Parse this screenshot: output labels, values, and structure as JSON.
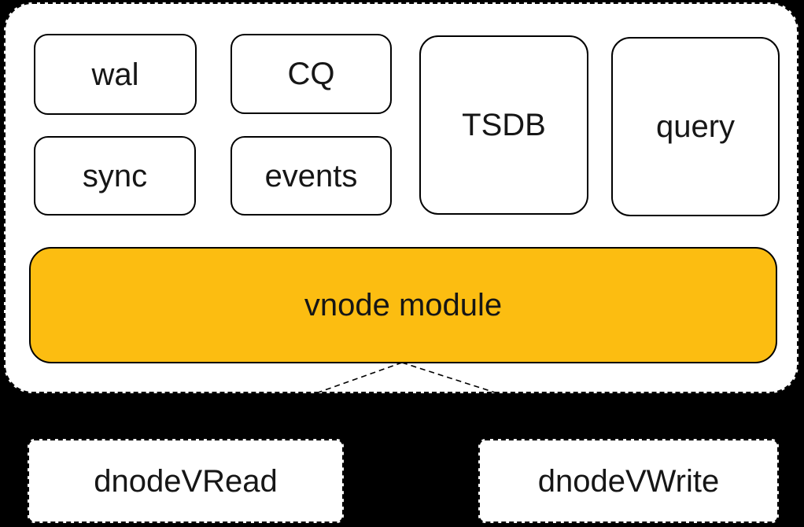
{
  "diagram": {
    "modules": [
      {
        "id": "wal",
        "label": "wal"
      },
      {
        "id": "cq",
        "label": "CQ"
      },
      {
        "id": "sync",
        "label": "sync"
      },
      {
        "id": "events",
        "label": "events"
      },
      {
        "id": "tsdb",
        "label": "TSDB"
      },
      {
        "id": "query",
        "label": "query"
      }
    ],
    "vnode": {
      "label": "vnode module"
    },
    "dnodes": [
      {
        "id": "dnodeVRead",
        "label": "dnodeVRead"
      },
      {
        "id": "dnodeVWrite",
        "label": "dnodeVWrite"
      }
    ],
    "colors": {
      "background": "#000000",
      "container_fill": "#FFFFFF",
      "box_fill": "#FFFFFF",
      "box_border": "#000000",
      "vnode_fill": "#FCBD11",
      "connector": "#000000",
      "text": "#161616"
    }
  }
}
